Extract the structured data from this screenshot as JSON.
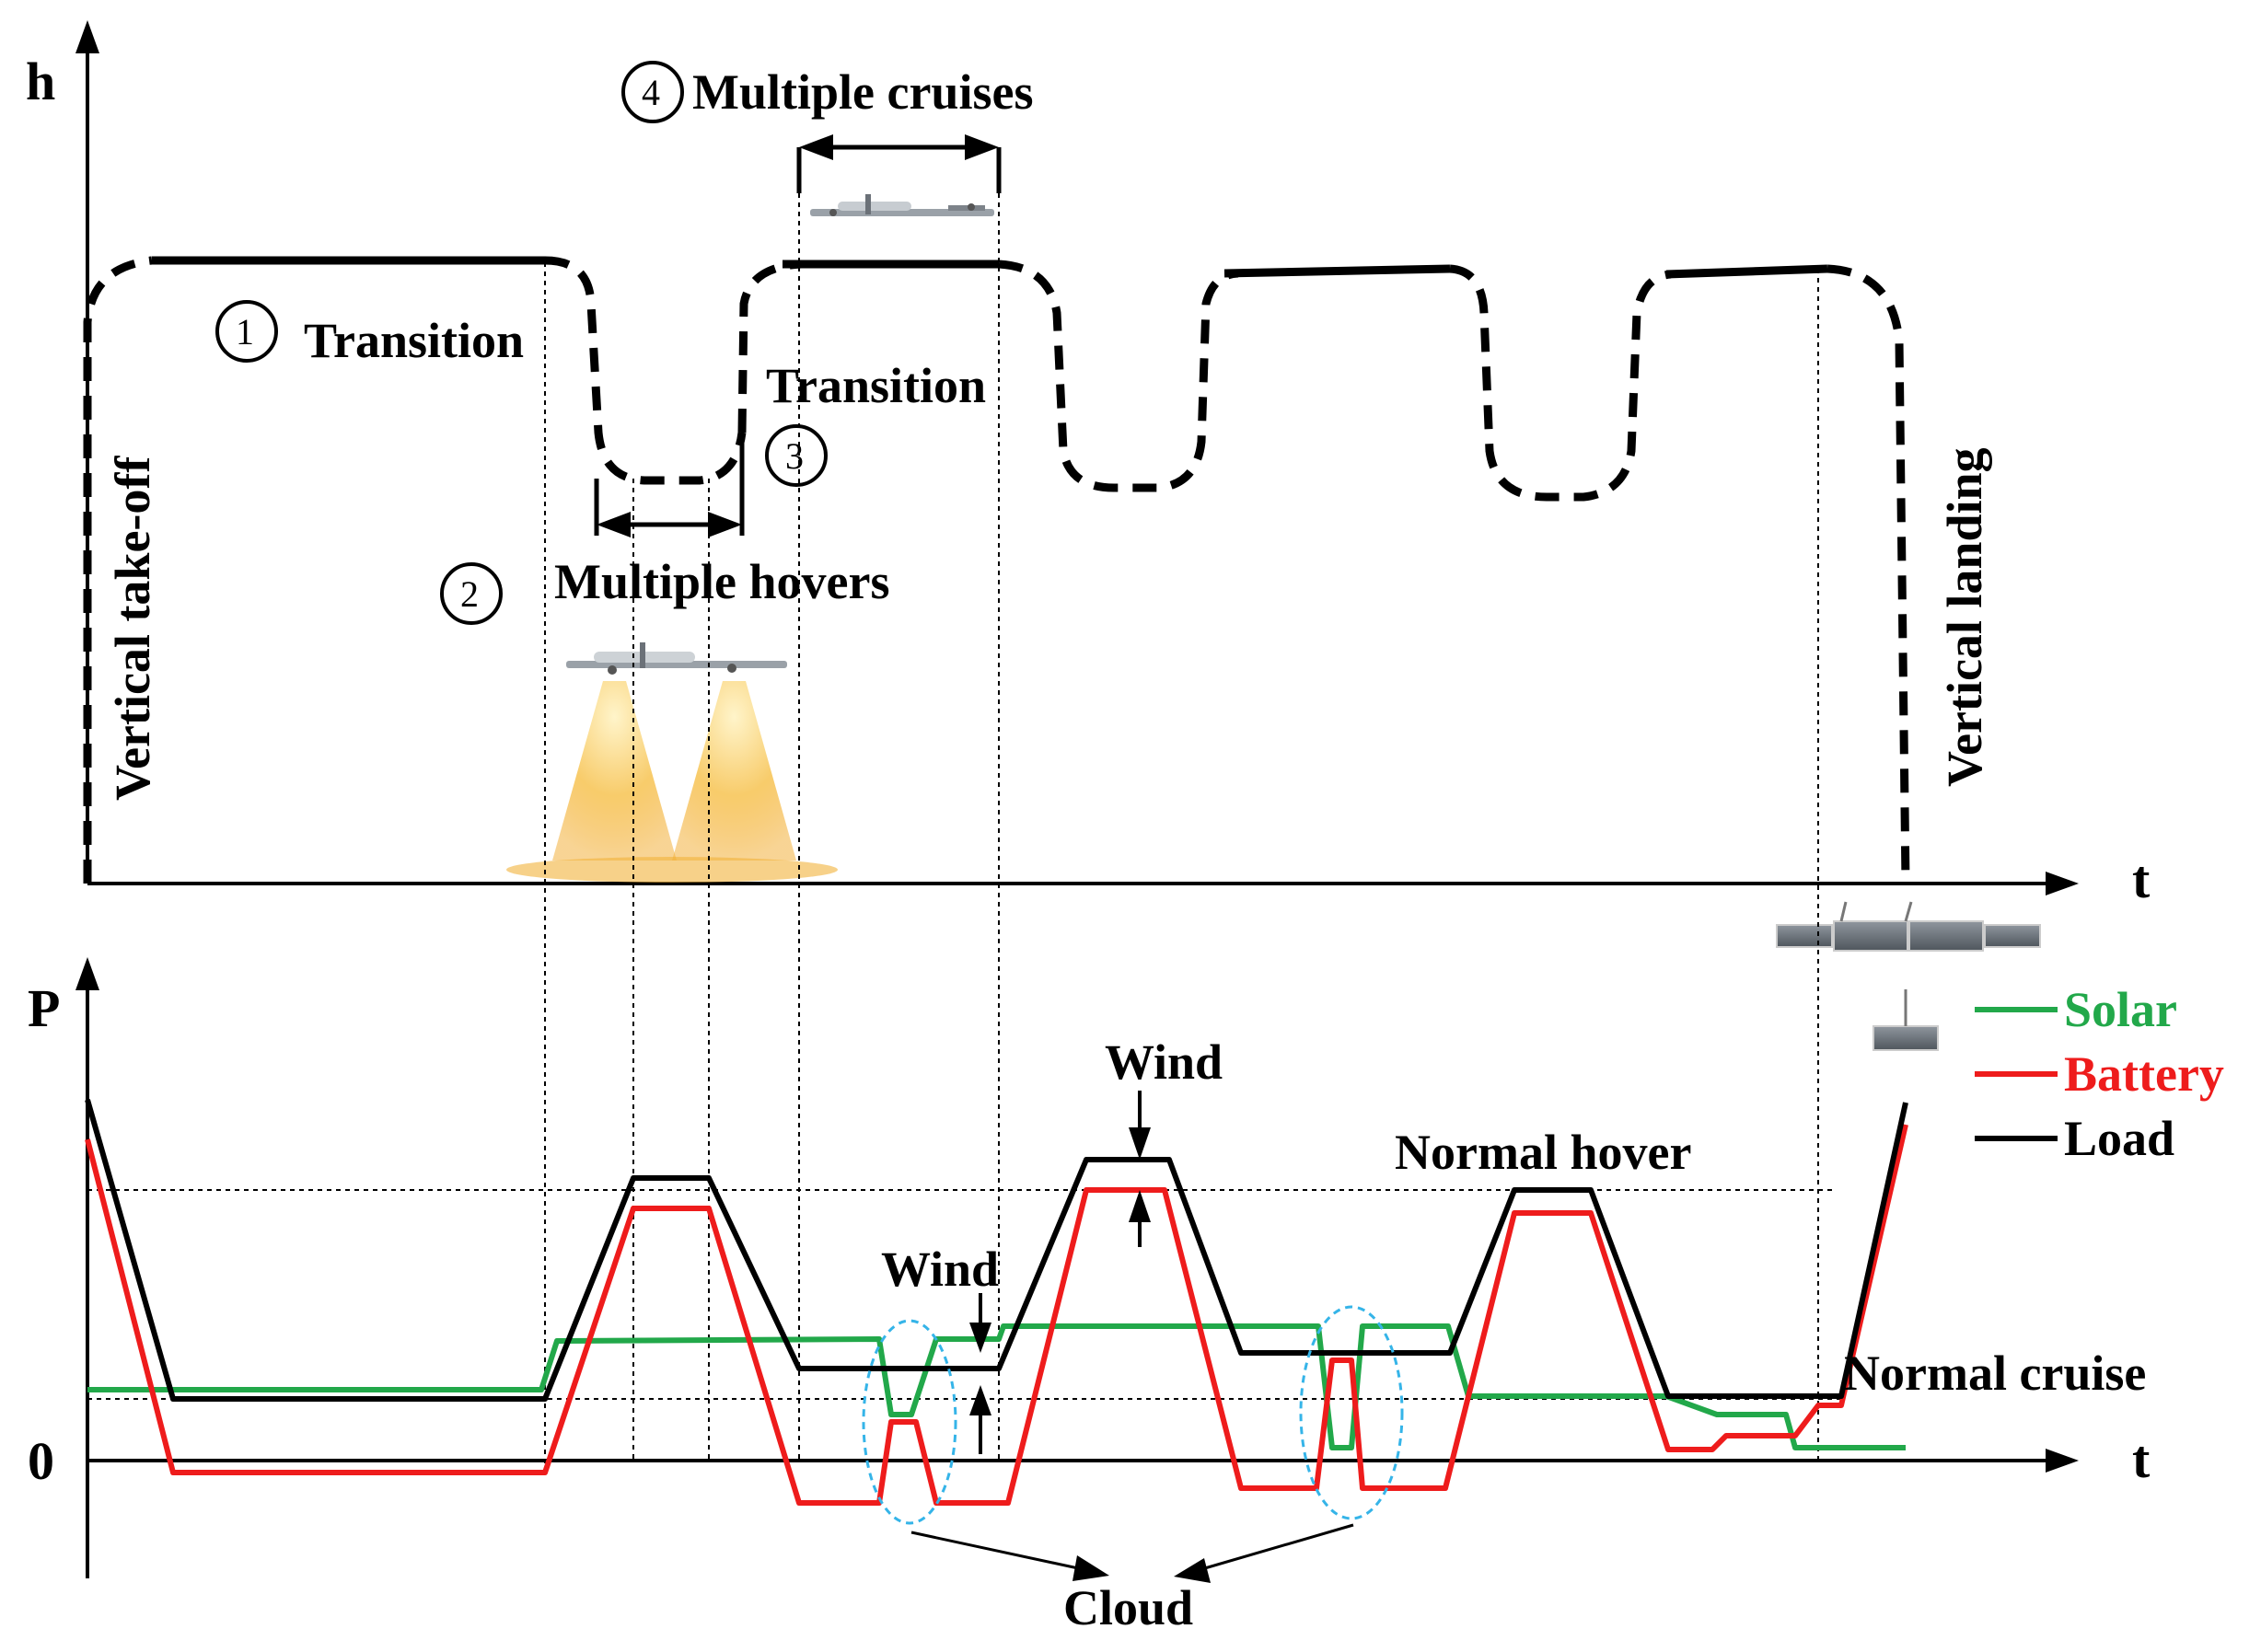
{
  "top": {
    "y_axis_label": "h",
    "x_axis_label": "t",
    "annotations": {
      "takeoff": "Vertical take-off",
      "landing": "Vertical landing",
      "transition1": "Transition",
      "transition3": "Transition",
      "hovers": "Multiple hovers",
      "cruises": "Multiple cruises"
    },
    "markers": {
      "m1": "1",
      "m2": "2",
      "m3": "3",
      "m4": "4"
    }
  },
  "bottom": {
    "y_axis_label": "P",
    "x_axis_label": "t",
    "zero_label": "0",
    "annotations": {
      "wind_upper": "Wind",
      "wind_lower": "Wind",
      "normal_hover": "Normal hover",
      "normal_cruise": "Normal cruise",
      "cloud": "Cloud"
    },
    "legend": [
      {
        "label": "Solar",
        "color": "#22a84a"
      },
      {
        "label": "Battery",
        "color": "#ee1c1c"
      },
      {
        "label": "Load",
        "color": "#000000"
      }
    ]
  },
  "colors": {
    "solar": "#22a84a",
    "battery": "#ee1c1c",
    "load": "#000000",
    "cloud_ellipse": "#35b4e8",
    "spray": "#f2b33a"
  },
  "icons": [
    "drone-icon",
    "spray-cone-icon",
    "solar-panel-icon"
  ]
}
